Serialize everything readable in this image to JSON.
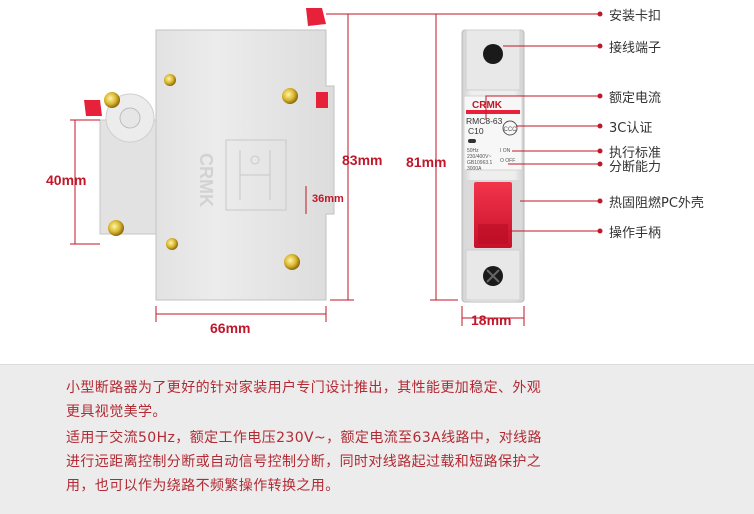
{
  "brand": "CRMK",
  "model": "RMC8-63",
  "rating": "C10",
  "breaker_small_print": [
    "50Hz",
    "230/400V~",
    "GB10963.1",
    "3000A"
  ],
  "switch_labels": {
    "on": "I ON",
    "off": "O OFF"
  },
  "side_markings": "CRMK",
  "dimensions": {
    "height_body": "40mm",
    "height_total": "83mm",
    "depth_step": "36mm",
    "width_side": "66mm",
    "height_front": "81mm",
    "width_front": "18mm"
  },
  "callouts": [
    "安装卡扣",
    "接线端子",
    "额定电流",
    "3C认证",
    "执行标准",
    "分断能力",
    "热固阻燃PC外壳",
    "操作手柄"
  ],
  "description": {
    "p1_line1": "小型断路器为了更好的针对家装用户专门设计推出，其性能更加稳定、外观",
    "p1_line2": "更具视觉美学。",
    "p2_line1": "    适用于交流50Hz，额定工作电压230V~，额定电流至63A线路中，对线路",
    "p2_line2": "进行远距离控制分断或自动信号控制分断，同时对线路起过载和短路保护之",
    "p2_line3": "用，也可以作为绕路不频繁操作转换之用。"
  },
  "colors": {
    "accent_red": "#c0172a",
    "handle_red": "#e8213a",
    "body_grey": "#e4e4e4",
    "text_red": "#b22a34"
  }
}
